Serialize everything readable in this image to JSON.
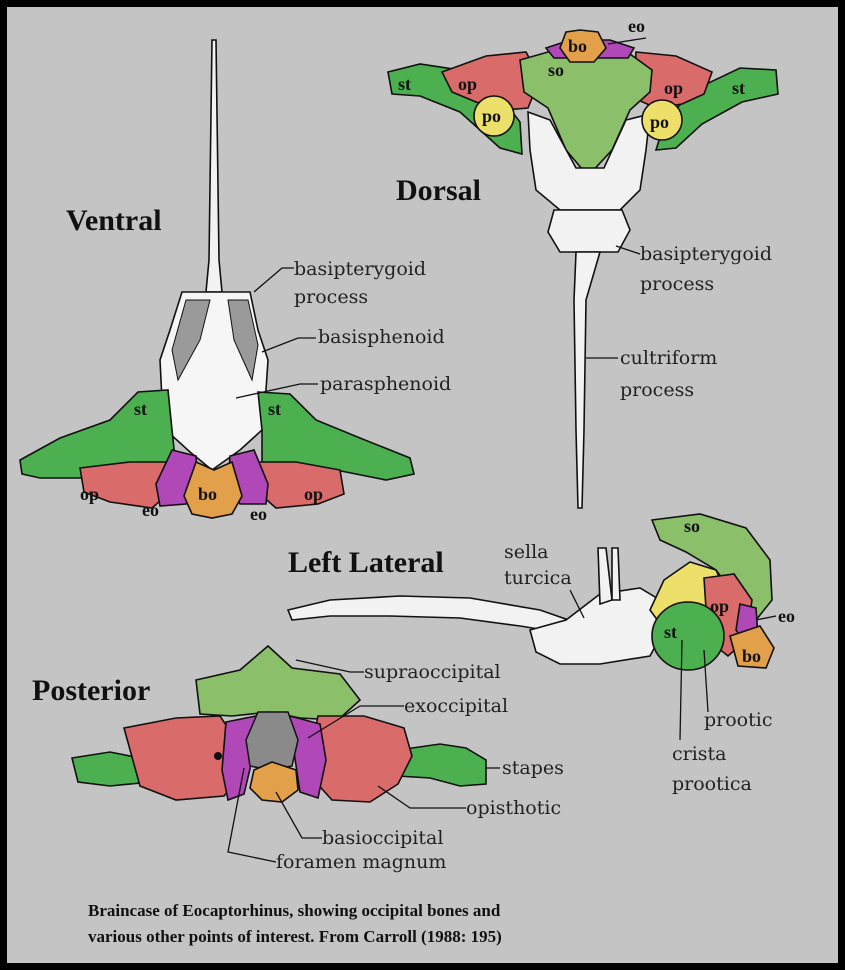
{
  "views": {
    "ventral": "Ventral",
    "dorsal": "Dorsal",
    "left_lateral": "Left Lateral",
    "posterior": "Posterior"
  },
  "ventral_labels": {
    "basipterygoid_1": "basipterygoid",
    "basipterygoid_2": "process",
    "basisphenoid": "basisphenoid",
    "parasphenoid": "parasphenoid",
    "st_left": "st",
    "st_right": "st",
    "op_left": "op",
    "op_right": "op",
    "eo_left": "eo",
    "eo_right": "eo",
    "bo": "bo"
  },
  "dorsal_labels": {
    "bo": "bo",
    "eo": "eo",
    "so": "so",
    "st_left": "st",
    "st_right": "st",
    "op_left": "op",
    "op_right": "op",
    "po_left": "po",
    "po_right": "po",
    "basipterygoid_1": "basipterygoid",
    "basipterygoid_2": "process",
    "cultriform_1": "cultriform",
    "cultriform_2": "process"
  },
  "lateral_labels": {
    "sella_1": "sella",
    "sella_2": "turcica",
    "so": "so",
    "op": "op",
    "st": "st",
    "eo": "eo",
    "bo": "bo",
    "prootic": "prootic",
    "crista_1": "crista",
    "crista_2": "prootica"
  },
  "posterior_labels": {
    "supraoccipital": "supraoccipital",
    "exoccipital": "exoccipital",
    "stapes": "stapes",
    "opisthotic": "opisthotic",
    "basioccipital": "basioccipital",
    "foramen_magnum": "foramen magnum"
  },
  "caption": {
    "line1": "Braincase of Eocaptorhinus, showing occipital bones and",
    "line2": "various other points of interest. From Carroll (1988: 195)"
  },
  "colors": {
    "background": "#c4c4c4",
    "stapes_green": "#4caf50",
    "supraoccipital_green": "#8bbf6a",
    "opisthotic_red": "#d96b6b",
    "exoccipital_purple": "#b048b8",
    "basioccipital_tan": "#e2a04a",
    "prootic_yellow": "#ece06a",
    "bone_white": "#f4f4f4"
  }
}
